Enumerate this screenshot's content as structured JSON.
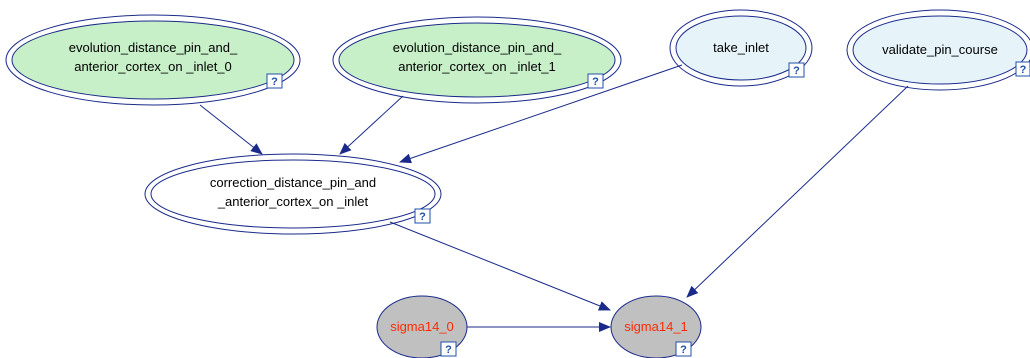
{
  "diagram": {
    "nodes": {
      "evo0": {
        "line1": "evolution_distance_pin_and_",
        "line2": "anterior_cortex_on _inlet_0",
        "fill": "#c8f0c8"
      },
      "evo1": {
        "line1": "evolution_distance_pin_and_",
        "line2": "anterior_cortex_on _inlet_1",
        "fill": "#c8f0c8"
      },
      "take": {
        "line1": "take_inlet",
        "fill": "#e6f4fa"
      },
      "validate": {
        "line1": "validate_pin_course",
        "fill": "#e6f4fa"
      },
      "correction": {
        "line1": "correction_distance_pin_and",
        "line2": "_anterior_cortex_on _inlet",
        "fill": "#ffffff"
      },
      "sigma0": {
        "line1": "sigma14_0",
        "fill": "#c0c0c0",
        "text_color": "#ff2a00"
      },
      "sigma1": {
        "line1": "sigma14_1",
        "fill": "#c0c0c0",
        "text_color": "#ff2a00"
      }
    },
    "help_glyph": "?",
    "node_stroke": "#1a2a8a",
    "edge_color": "#1a2a8a",
    "edges": [
      [
        "evo0",
        "correction"
      ],
      [
        "evo1",
        "correction"
      ],
      [
        "take",
        "correction"
      ],
      [
        "correction",
        "sigma1"
      ],
      [
        "validate",
        "sigma1"
      ],
      [
        "sigma0",
        "sigma1"
      ]
    ]
  }
}
